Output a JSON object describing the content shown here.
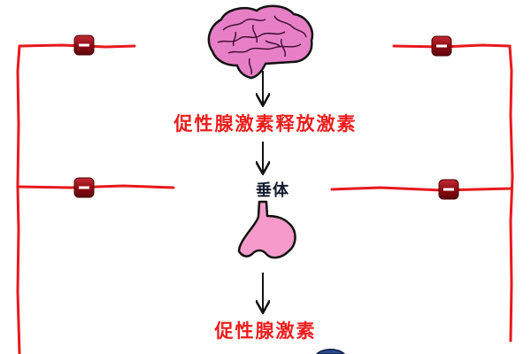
{
  "diagram": {
    "gnrh_label": "促性腺激素释放激素",
    "pituitary_label": "垂体",
    "gonadotropin_label": "促性腺激素",
    "feedback_sign": "-",
    "colors": {
      "feedback": "#e8191c",
      "brain": "#e67fc6",
      "pituitary": "#f59acb",
      "marker": "#8b0b12",
      "red_text": "#ee1c1c",
      "dark_text": "#111a2e"
    },
    "icons": [
      "brain-icon",
      "pituitary-gland-icon",
      "minus-sign-icon"
    ]
  }
}
